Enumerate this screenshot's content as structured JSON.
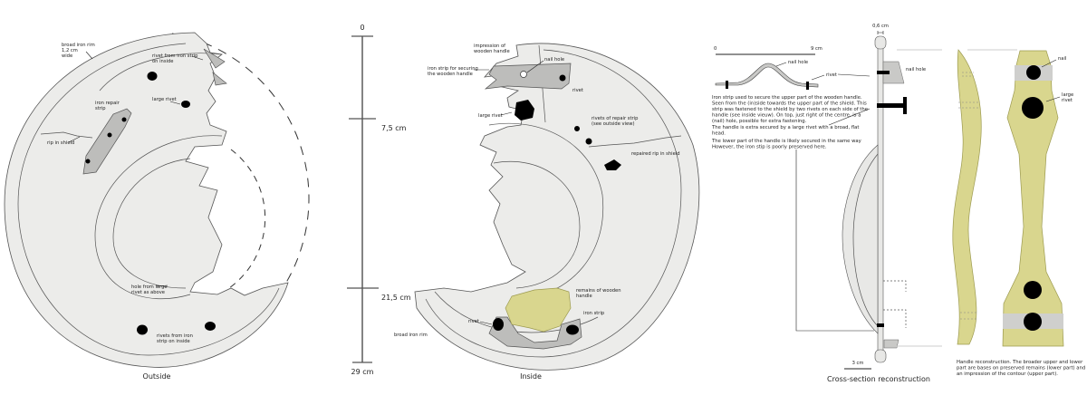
{
  "outside": {
    "caption": "Outside",
    "labels": {
      "rim": [
        "broad iron rim",
        "1,2 cm",
        "wide"
      ],
      "rivet_strip": [
        "rivet from iron strip",
        "on inside"
      ],
      "large_rivet": "large rivet",
      "repair_strip": [
        "iron repair",
        "strip"
      ],
      "rip": "rip in shield",
      "hole": [
        "hole from large",
        "rivet as above"
      ],
      "rivets_bottom": [
        "rivets from iron",
        "strip on inside"
      ]
    }
  },
  "scale_bar": {
    "ticks": [
      "0",
      "7,5 cm",
      "21,5 cm",
      "29 cm"
    ]
  },
  "inside": {
    "caption": "Inside",
    "labels": {
      "impression": [
        "impression of",
        "wooden handle"
      ],
      "iron_strip": [
        "iron strip for securing",
        "the wooden handle"
      ],
      "nail_hole": "nail hole",
      "rivet_top": "rivet",
      "large_rivet": "large rivet",
      "repair_rivets": [
        "rivets of repair strip",
        "(see outside view)"
      ],
      "repaired_rip": "repaired rip in shield",
      "remains": [
        "remains of wooden",
        "handle"
      ],
      "rivet_bottom": "rivet",
      "iron_strip_bottom": "iron strip",
      "broad_rim": "broad iron rim"
    }
  },
  "strip_detail": {
    "scale_start": "0",
    "scale_end": "9 cm",
    "nail_hole": "nail hole",
    "rivet": "rivet",
    "paragraph1": [
      "Iron strip used to secure the upper part of the wooden handle.",
      "Seen from the (in)side towards the upper part of the shield. This",
      "strip was fastened to the shield by two rivets on each side of the",
      "handle (see inside vieuw). On top, just right of the centre, is a",
      "(nail) hole, possible for extra fastening."
    ],
    "paragraph2": [
      "The handle is extra secured by a large rivet with a broad, flat",
      "head."
    ],
    "paragraph3": [
      "The lower part of the handle is likely secured in the same way",
      "However, the iron stip is poorly preserved here."
    ]
  },
  "cross_section": {
    "thickness": "0,6 cm",
    "nail_hole": "nail hole",
    "scale": "3 cm",
    "caption": "Cross-section reconstruction"
  },
  "handle": {
    "nail": "nail",
    "large_rivet": [
      "large",
      "rivet"
    ],
    "caption": [
      "Handle reconstruction. The broader upper and lower",
      "part are bases on preserved remains (lower part) and",
      "an impression of the contour (upper part)."
    ]
  },
  "colors": {
    "shield": "#ececea",
    "iron": "#bdbdbb",
    "wood": "#d9d68e",
    "rivet": "#000000"
  }
}
